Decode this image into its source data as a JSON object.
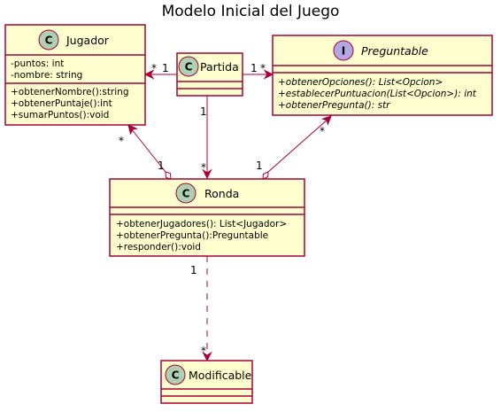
{
  "title": "Modelo Inicial del Juego",
  "classes": {
    "jugador": {
      "stereotype": "C",
      "name": "Jugador",
      "attributes": [
        "-puntos: int",
        "-nombre: string"
      ],
      "methods": [
        "+obtenerNombre():string",
        "+obtenerPuntaje():int",
        "+sumarPuntos():void"
      ]
    },
    "partida": {
      "stereotype": "C",
      "name": "Partida"
    },
    "preguntable": {
      "stereotype": "I",
      "name": "Preguntable",
      "methods": [
        "+obtenerOpciones(): List<Opcion>",
        "+establecerPuntuacion(List<Opcion>): int",
        "+obtenerPregunta(): str"
      ]
    },
    "ronda": {
      "stereotype": "C",
      "name": "Ronda",
      "methods": [
        "+obtenerJugadores(): List<Jugador>",
        "+obtenerPregunta():Preguntable",
        "+responder():void"
      ]
    },
    "modificable": {
      "stereotype": "C",
      "name": "Modificable"
    }
  },
  "relations": {
    "partida_jugador": {
      "near_partida": "1",
      "near_jugador": "*"
    },
    "partida_preguntable": {
      "near_partida": "1",
      "near_preguntable": "*"
    },
    "partida_ronda": {
      "near_partida": "1",
      "near_ronda": "*"
    },
    "ronda_jugador": {
      "near_ronda": "1",
      "near_jugador": "*"
    },
    "ronda_preguntable": {
      "near_ronda": "1",
      "near_preguntable": "*"
    },
    "ronda_modificable": {
      "near_ronda": "1",
      "near_modificable": "*"
    }
  },
  "colors": {
    "box_fill": "#FEFECE",
    "border": "#A80036",
    "class_badge": "#ADD1B2",
    "interface_badge": "#B4A7E5"
  }
}
